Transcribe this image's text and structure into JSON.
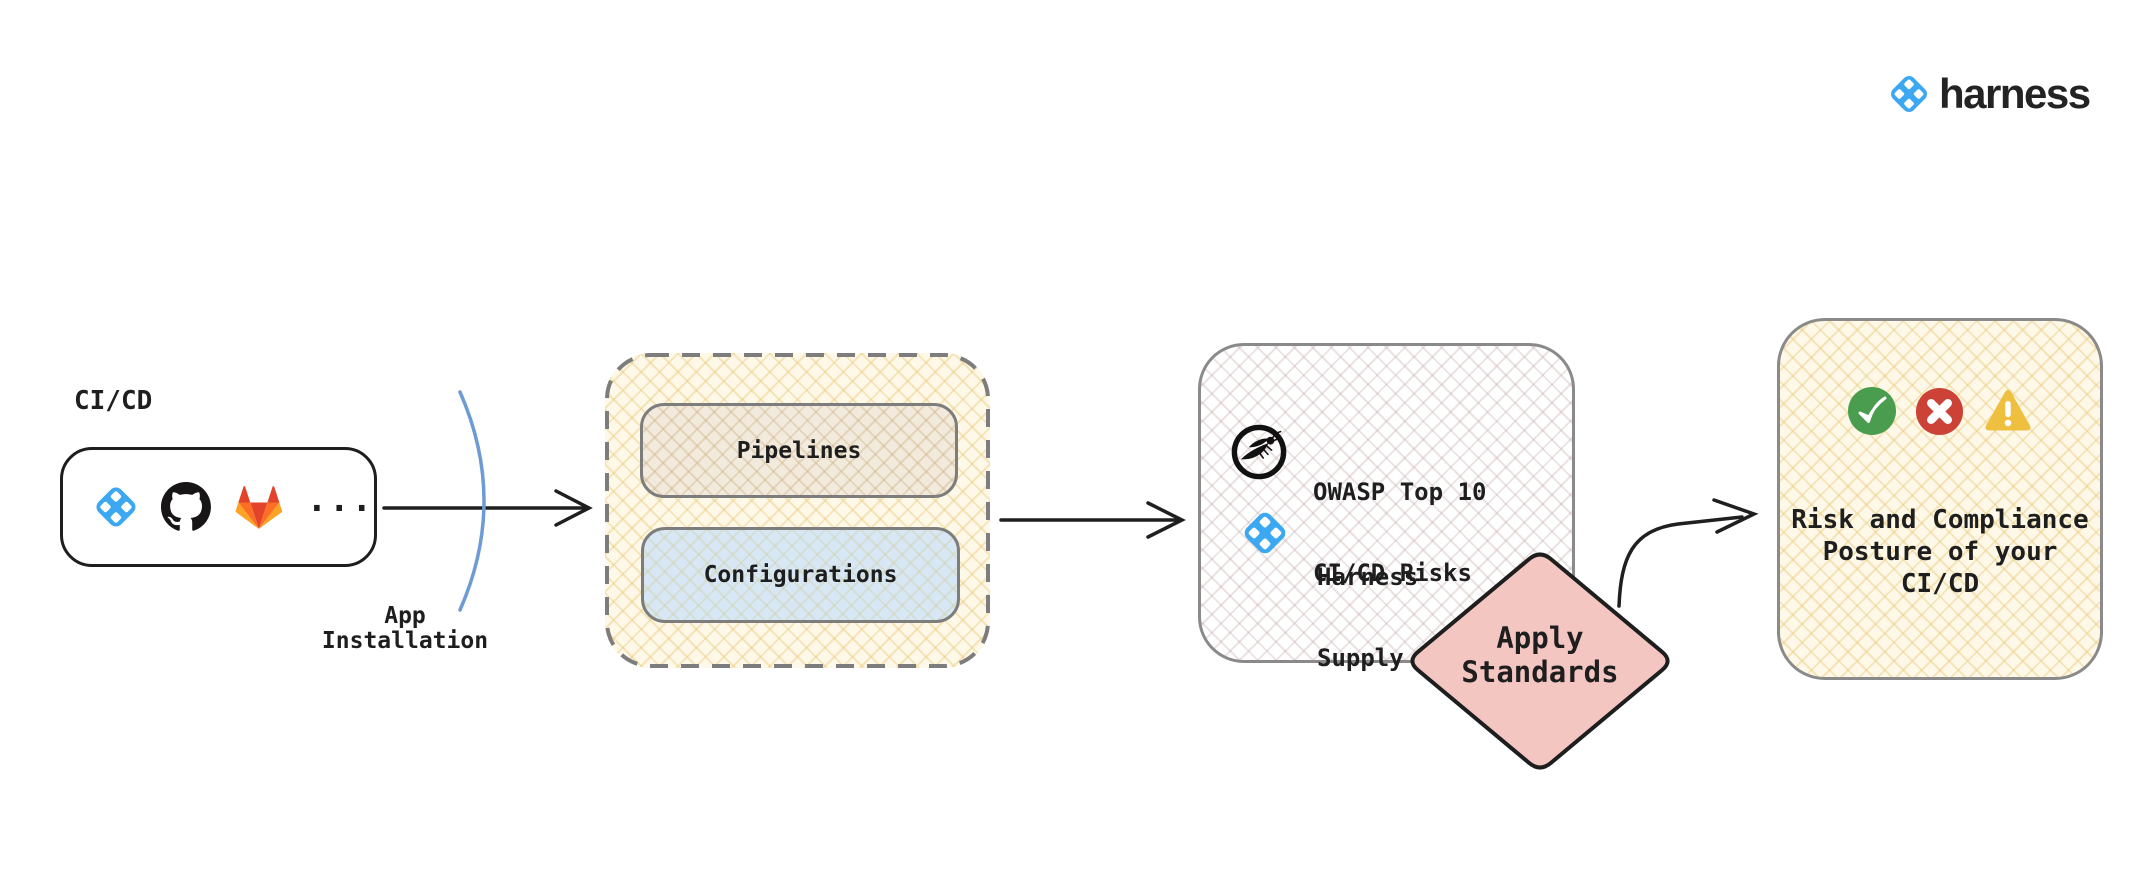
{
  "brand": {
    "wordmark": "harness"
  },
  "cicd": {
    "label": "CI/CD",
    "ellipsis": "...",
    "icons": [
      "harness-icon",
      "github-icon",
      "gitlab-icon"
    ]
  },
  "app_installation": {
    "line1": "App",
    "line2": "Installation"
  },
  "config_container": {
    "pipelines": "Pipelines",
    "configurations": "Configurations"
  },
  "standards": {
    "owasp": {
      "line1": "OWASP Top 10",
      "line2": "CI/CD Risks"
    },
    "harness": {
      "line1": "Harness",
      "line2": "Supply Chain"
    }
  },
  "apply_standards": {
    "line1": "Apply",
    "line2": "Standards"
  },
  "result": {
    "line1": "Risk and Compliance",
    "line2": "Posture of your",
    "line3": "CI/CD"
  },
  "colors": {
    "harness_blue": "#3da8f2",
    "stroke_dark": "#1e1e1e",
    "border_gray": "#8a8a8a",
    "container_cream": "#fdf8e8",
    "pipelines_beige": "#f1eadd",
    "configurations_blue": "#d7e7f5",
    "diamond_pink": "#f4c6c2",
    "arc_blue": "#6d9bd3",
    "success_green": "#4a9c4e",
    "error_red": "#cc4237",
    "warning_amber": "#efc040",
    "gitlab_orange": "#e24329",
    "github_black": "#171515"
  }
}
